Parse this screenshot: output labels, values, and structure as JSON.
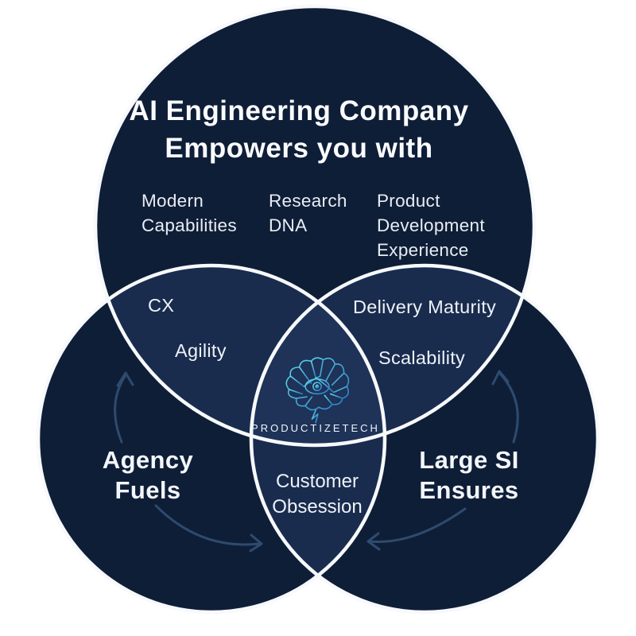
{
  "venn": {
    "title": {
      "line1": "AI Engineering Company",
      "line2": "Empowers you with"
    },
    "top_circle": {
      "capabilities": [
        "Modern\nCapabilities",
        "Research\nDNA",
        "Product\nDevelopment\nExperience"
      ]
    },
    "left_circle": {
      "label": "Agency\nFuels"
    },
    "right_circle": {
      "label": "Large SI\nEnsures"
    },
    "intersections": {
      "top_left": {
        "item1": "CX",
        "item2": "Agility"
      },
      "top_right": {
        "item1": "Delivery Maturity",
        "item2": "Scalability"
      },
      "bottom": {
        "item1": "Customer\nObsession"
      }
    },
    "center_logo": {
      "brand": "PRODUCTIZETECH"
    },
    "colors": {
      "background": "#ffffff",
      "circle_fill": "#0f1e37",
      "overlap_fill": "#192c4e",
      "center_fill": "#1e3357",
      "circle_outline": "#f7f9fc",
      "arrow": "#2e4b6e",
      "logo_gradient_start": "#63dbe8",
      "logo_gradient_end": "#2a77c8",
      "title_text": "#fafbfd",
      "label_text": "#e9edf4"
    }
  }
}
